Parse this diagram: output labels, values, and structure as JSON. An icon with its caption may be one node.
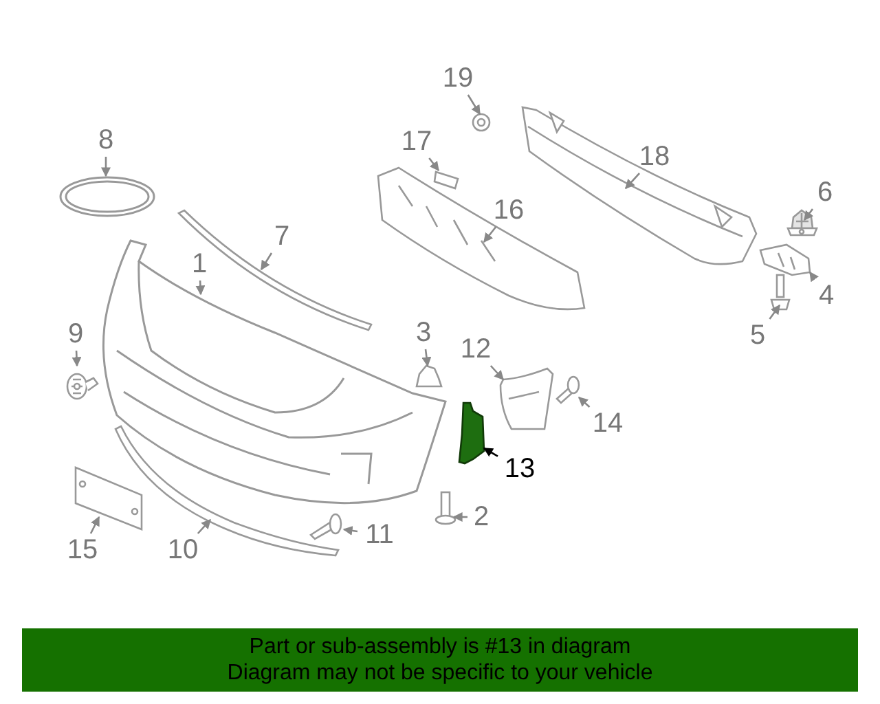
{
  "diagram": {
    "nodes": [
      {
        "text": [
          "1"
        ]
      },
      {
        "text": [
          "2"
        ]
      },
      {
        "text": [
          "3"
        ]
      },
      {
        "text": [
          "4"
        ]
      },
      {
        "text": [
          "5"
        ]
      },
      {
        "text": [
          "6"
        ]
      },
      {
        "text": [
          "7"
        ]
      },
      {
        "text": [
          "8"
        ]
      },
      {
        "text": [
          "9"
        ]
      },
      {
        "text": [
          "10"
        ]
      },
      {
        "text": [
          "11"
        ]
      },
      {
        "text": [
          "12"
        ]
      },
      {
        "text": [
          "13"
        ]
      },
      {
        "text": [
          "14"
        ]
      },
      {
        "text": [
          "15"
        ]
      },
      {
        "text": [
          "16"
        ]
      },
      {
        "text": [
          "17"
        ]
      },
      {
        "text": [
          "18"
        ]
      },
      {
        "text": [
          "19"
        ]
      },
      {
        "text": [],
        "shape": "picture"
      },
      {
        "text": [],
        "shape": "picture"
      },
      {
        "text": [],
        "shape": "picture"
      },
      {
        "text": [],
        "shape": "picture"
      },
      {
        "text": [],
        "shape": "picture"
      },
      {
        "text": [],
        "shape": "picture"
      },
      {
        "text": [],
        "shape": "picture"
      },
      {
        "text": [],
        "shape": "picture"
      },
      {
        "text": [],
        "shape": "picture"
      },
      {
        "text": [],
        "shape": "picture"
      },
      {
        "text": [],
        "shape": "picture"
      },
      {
        "text": [],
        "shape": "picture"
      },
      {
        "text": [],
        "shape": "picture"
      },
      {
        "text": [],
        "shape": "picture"
      },
      {
        "text": [],
        "shape": "picture"
      },
      {
        "text": [],
        "shape": "picture"
      },
      {
        "text": [],
        "shape": "picture"
      },
      {
        "text": [],
        "shape": "picture"
      },
      {
        "text": [],
        "shape": "picture"
      },
      {
        "text": [
          "Part or sub-assembly is #13 in diagram",
          "Diagram may not be specific to your vehicle"
        ]
      }
    ],
    "edges": [
      {
        "from": 0,
        "to": 19,
        "arrow": "to"
      },
      {
        "from": 1,
        "to": 20,
        "arrow": "to"
      },
      {
        "from": 2,
        "to": 21,
        "arrow": "to"
      },
      {
        "from": 3,
        "to": 22,
        "arrow": "to"
      },
      {
        "from": 4,
        "to": 23,
        "arrow": "to"
      },
      {
        "from": 5,
        "to": 24,
        "arrow": "to"
      },
      {
        "from": 6,
        "to": 25,
        "arrow": "to"
      },
      {
        "from": 7,
        "to": 26,
        "arrow": "to"
      },
      {
        "from": 8,
        "to": 27,
        "arrow": "to"
      },
      {
        "from": 9,
        "to": 28,
        "arrow": "to"
      },
      {
        "from": 10,
        "to": 29,
        "arrow": "to"
      },
      {
        "from": 11,
        "to": 30,
        "arrow": "to"
      },
      {
        "from": 12,
        "to": 31,
        "arrow": "to",
        "color": "#000000"
      },
      {
        "from": 13,
        "to": 32,
        "arrow": "to"
      },
      {
        "from": 14,
        "to": 33,
        "arrow": "to"
      },
      {
        "from": 15,
        "to": 34,
        "arrow": "to"
      },
      {
        "from": 16,
        "to": 35,
        "arrow": "to"
      },
      {
        "from": 17,
        "to": 36,
        "arrow": "to"
      },
      {
        "from": 18,
        "to": 37,
        "arrow": "to"
      }
    ]
  }
}
